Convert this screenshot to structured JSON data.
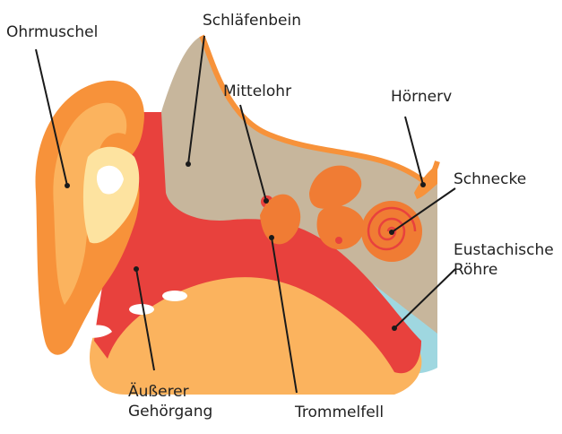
{
  "diagram": {
    "labels": {
      "ohrmuschel": "Ohrmuschel",
      "schlaefenbein": "Schläfenbein",
      "mittelohr": "Mittelohr",
      "hoernerv": "Hörnerv",
      "schnecke": "Schnecke",
      "eustachische_1": "Eustachische",
      "eustachische_2": "Röhre",
      "aeusserer_1": "Äußerer",
      "aeusserer_2": "Gehörgang",
      "trommelfell": "Trommelfell"
    },
    "colors": {
      "outer_ear": "#f7923a",
      "outer_ear_light": "#fbb35e",
      "cartilage": "#fde3a0",
      "canal": "#e8413d",
      "bone": "#c7b69c",
      "bone_dark": "#ae9f88",
      "cochlea": "#f07c34",
      "eustachian_light": "#9fd7e0",
      "leader_line": "#1a1a1a"
    }
  }
}
